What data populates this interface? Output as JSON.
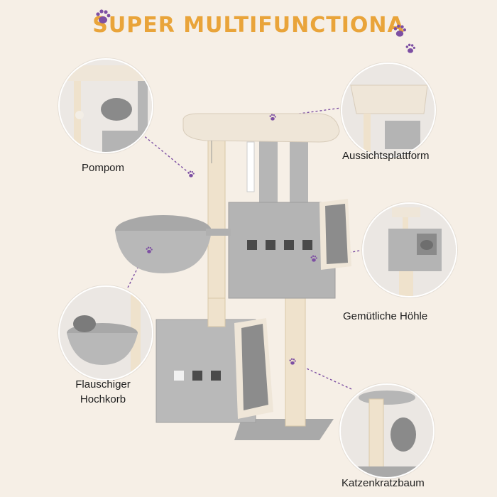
{
  "title": "SUPER MULTIFUNCTIONA",
  "features": [
    {
      "label": "Pompom"
    },
    {
      "label": "Aussichtsplattform"
    },
    {
      "label": "Gemütliche Höhle"
    },
    {
      "label": "Flauschiger Hochkorb"
    },
    {
      "label": "Katzenkratzbaum"
    }
  ],
  "colors": {
    "title": "#e9a43a",
    "accent_paw": "#7d4fa3",
    "plush_gray": "#b9b9b9",
    "plush_beige": "#efe6d8",
    "sisal": "#efe2cc",
    "background": "#f6efe6"
  }
}
